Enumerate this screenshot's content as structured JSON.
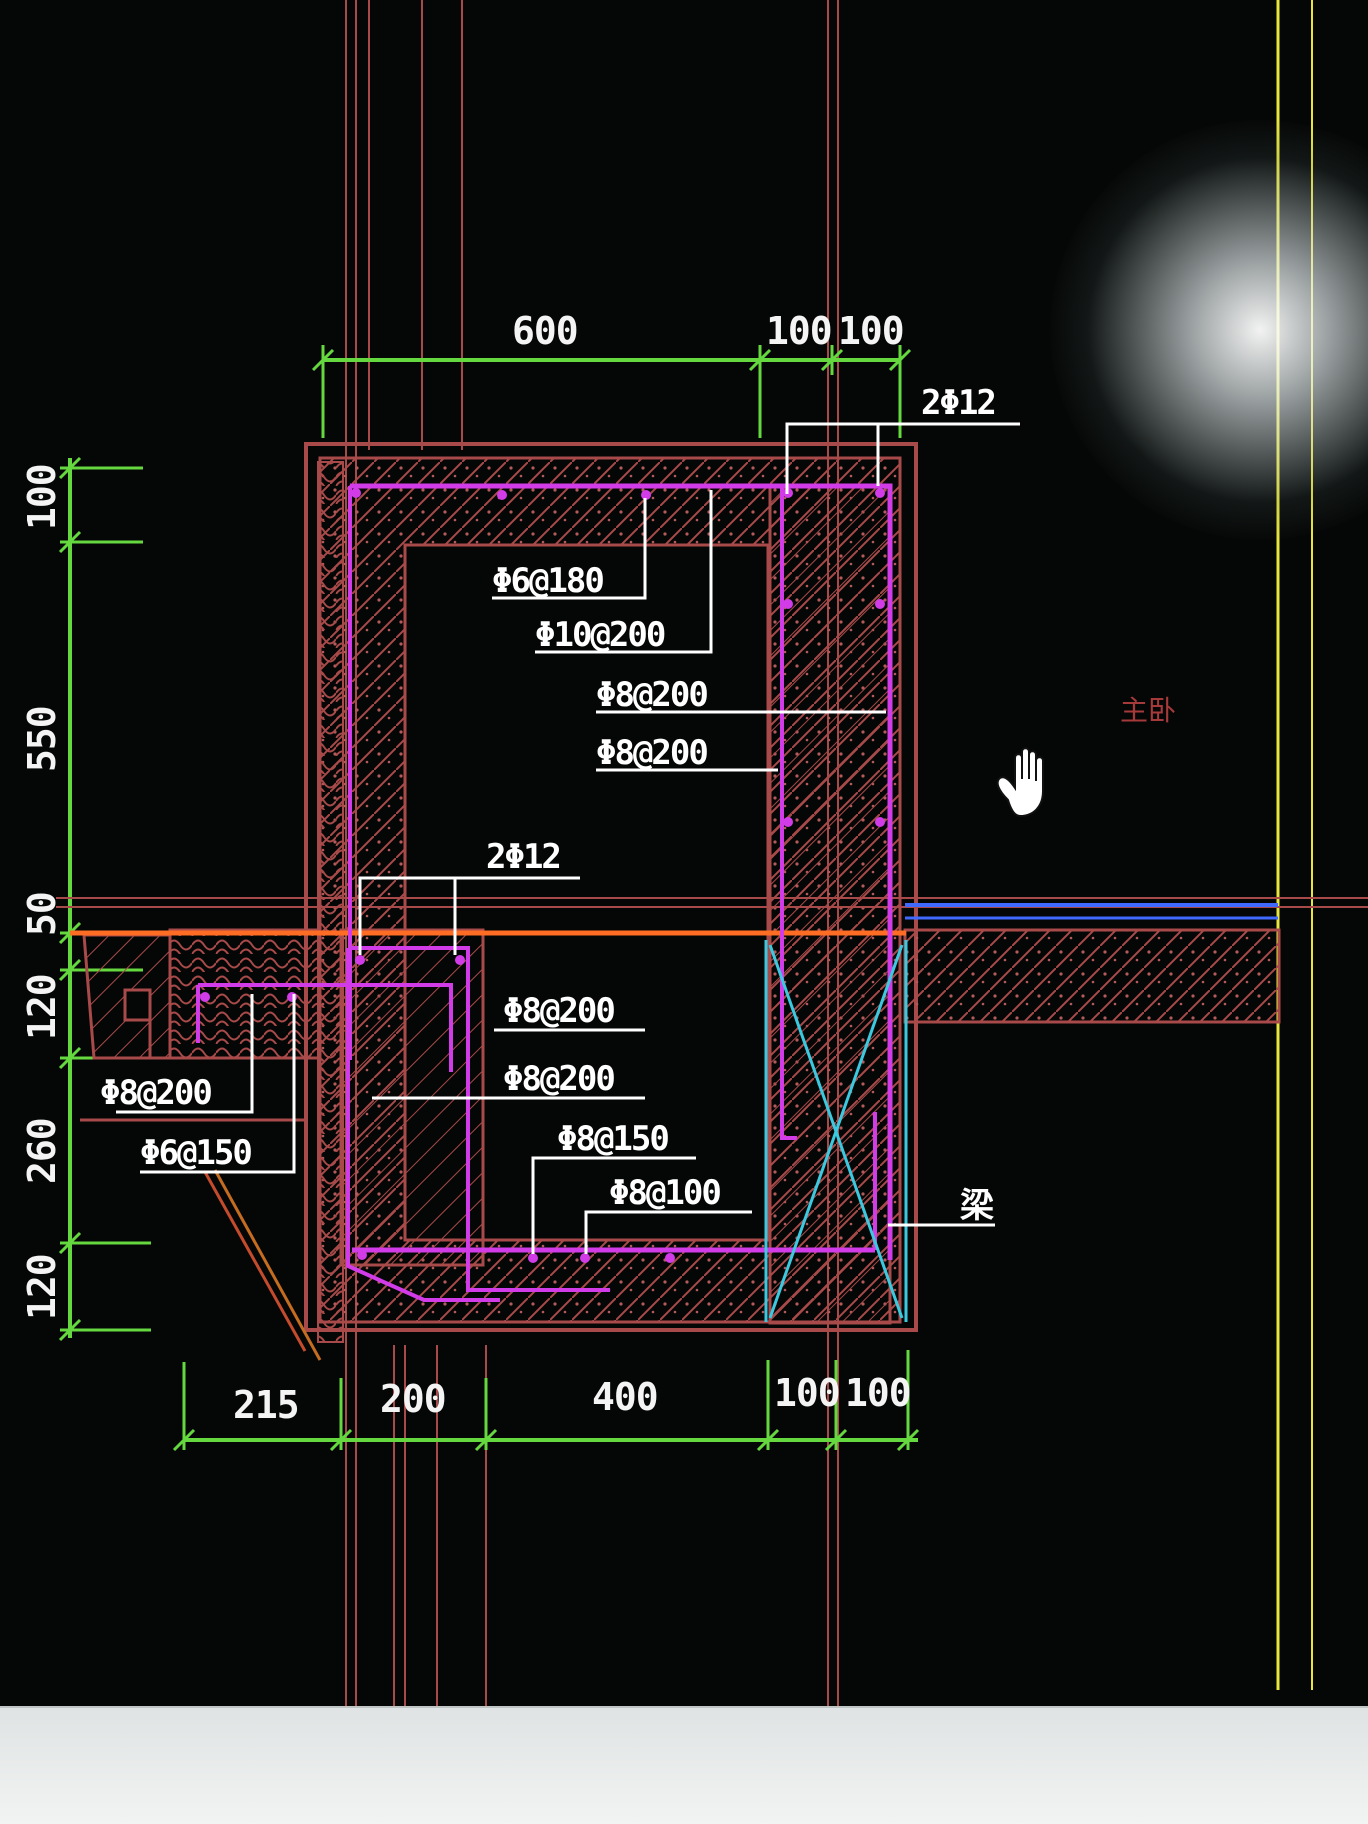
{
  "drawing": {
    "colors": {
      "background": "#050706",
      "structure": "#a84a4a",
      "dimension": "#65d83f",
      "rebar": "#d13ce8",
      "slab_line": "#ff6d24",
      "blue_line": "#3f69ff",
      "cyan_line": "#3bc9e0",
      "yellow_line": "#e8e63c"
    },
    "dimensions": {
      "top_600": "600",
      "top_100_left": "100",
      "top_100_right": "100",
      "left_100": "100",
      "left_550": "550",
      "left_50": "50",
      "left_120_upper": "120",
      "left_260": "260",
      "left_120_lower": "120",
      "bottom_215": "215",
      "bottom_200": "200",
      "bottom_400": "400",
      "bottom_100_left": "100",
      "bottom_100_right": "100"
    },
    "rebar_labels": {
      "top_right": "2Φ12",
      "upper_1": "Φ6@180",
      "upper_2": "Φ10@200",
      "upper_3": "Φ8@200",
      "upper_4": "Φ8@200",
      "middle": "2Φ12",
      "lower_1": "Φ8@200",
      "lower_2": "Φ8@200",
      "lower_3": "Φ8@150",
      "lower_4": "Φ8@100",
      "left_1": "Φ8@200",
      "left_2": "Φ6@150"
    },
    "room_label": "主卧",
    "beam_label": "梁",
    "icons": {
      "pan_cursor": "hand-cursor-icon"
    }
  }
}
